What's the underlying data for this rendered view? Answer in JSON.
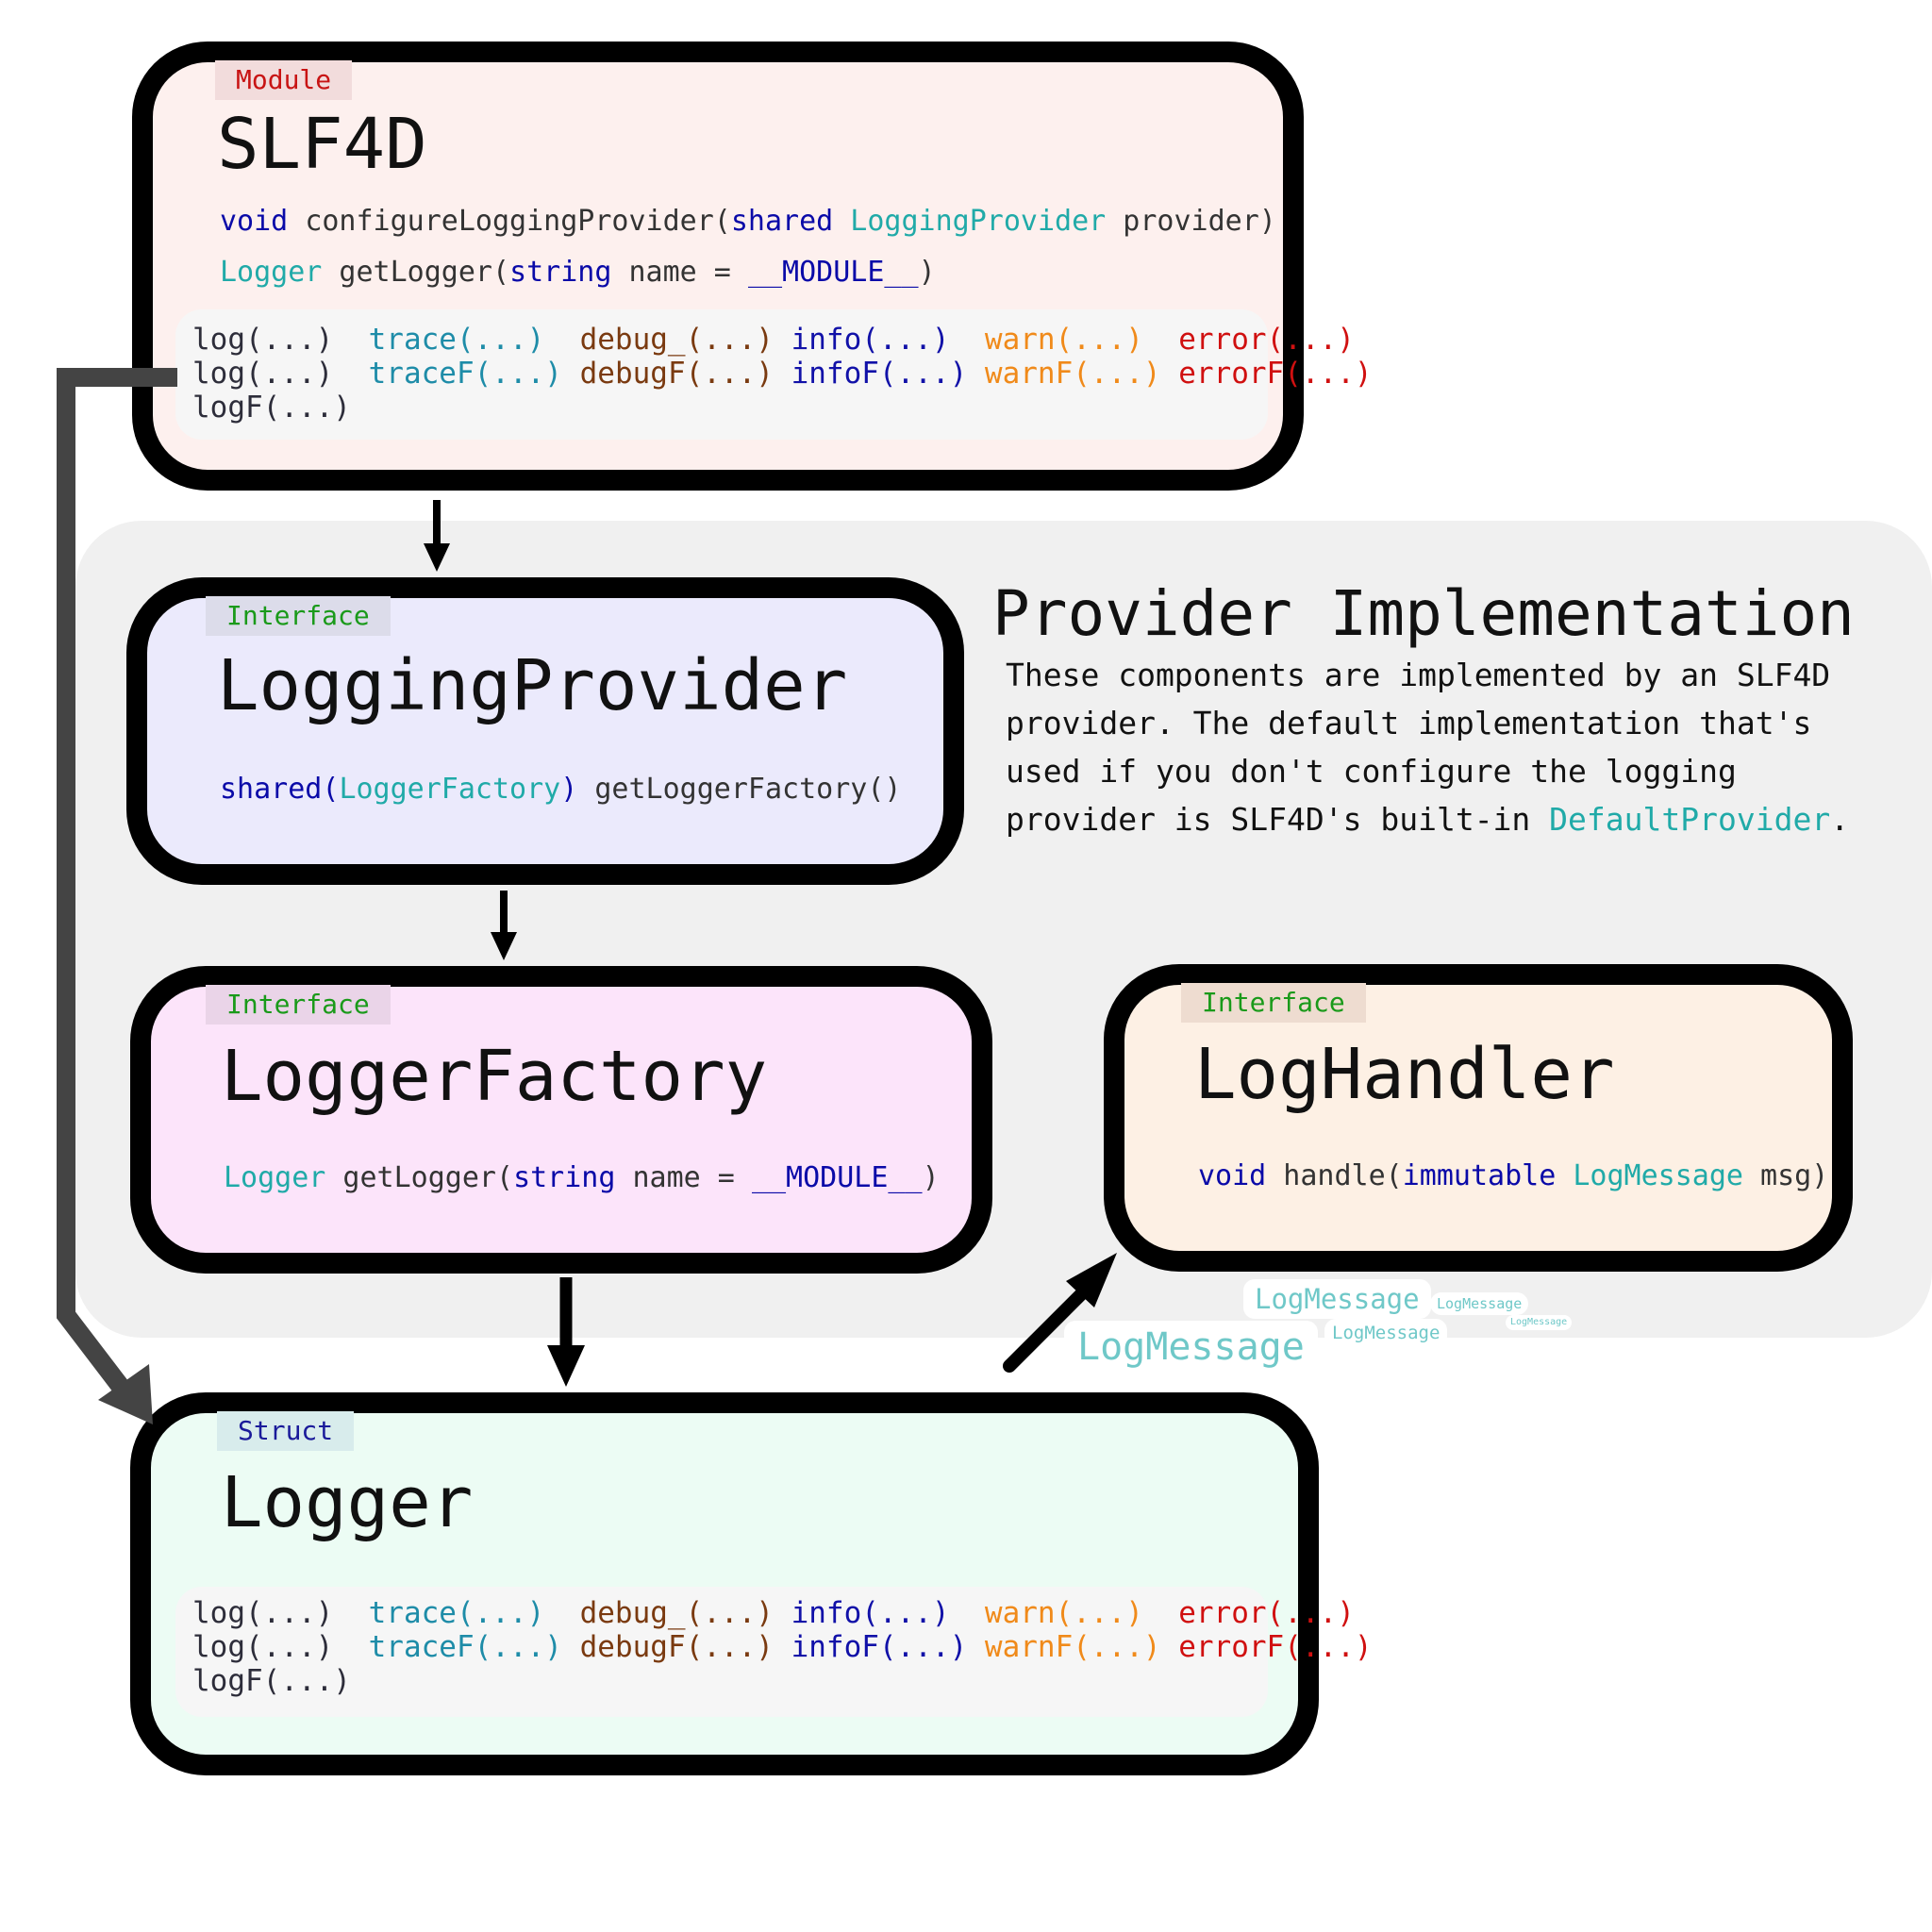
{
  "slf4d": {
    "tag": "Module",
    "title": "SLF4D",
    "sig1": {
      "ret": "void",
      "name": "configureLoggingProvider(",
      "mod": "shared",
      "type": "LoggingProvider",
      "rest": " provider)"
    },
    "sig2": {
      "ret": "Logger",
      "name": " getLogger(",
      "kw": "string",
      "rest": " name = ",
      "kw2": "__MODULE__",
      "end": ")"
    }
  },
  "methods": {
    "row1": [
      "log(...)",
      "trace(...)",
      "debug_(...)",
      "info(...)",
      "warn(...)",
      "error(...)"
    ],
    "row2": [
      "log(...)",
      "traceF(...)",
      "debugF(...)",
      "infoF(...)",
      "warnF(...)",
      "errorF(...)"
    ],
    "row3": [
      "logF(...)"
    ]
  },
  "provider_impl": {
    "title": "Provider Implementation",
    "desc": "These components are implemented by an SLF4D provider. The default implementation that's used if you don't configure the logging provider is SLF4D's built-in ",
    "desc_link": "DefaultProvider",
    "desc_end": "."
  },
  "logging_provider": {
    "tag": "Interface",
    "title": "LoggingProvider",
    "sig": {
      "kw": "shared(",
      "type": "LoggerFactory",
      "kw_end": ")",
      "rest": " getLoggerFactory()"
    }
  },
  "logger_factory": {
    "tag": "Interface",
    "title": "LoggerFactory",
    "sig": {
      "ret": "Logger",
      "name": " getLogger(",
      "kw": "string",
      "rest": " name = ",
      "kw2": "__MODULE__",
      "end": ")"
    }
  },
  "log_handler": {
    "tag": "Interface",
    "title": "LogHandler",
    "sig": {
      "ret": "void",
      "name": " handle(",
      "kw": "immutable",
      "type": "LogMessage",
      "rest": " msg)"
    }
  },
  "logger": {
    "tag": "Struct",
    "title": "Logger"
  },
  "log_messages": [
    "LogMessage",
    "LogMessage",
    "LogMessage",
    "LogMessage",
    "LogMessage"
  ],
  "colors": {
    "module_tag": "#c81414",
    "interface_tag": "#1a9a1a",
    "struct_tag": "#1a1a9a",
    "slf4d_bg": "#fdf0ee",
    "logging_provider_bg": "#ebeafc",
    "logger_factory_bg": "#fce4fa",
    "log_handler_bg": "#fdf0e4",
    "logger_bg": "#ecfcf4"
  }
}
